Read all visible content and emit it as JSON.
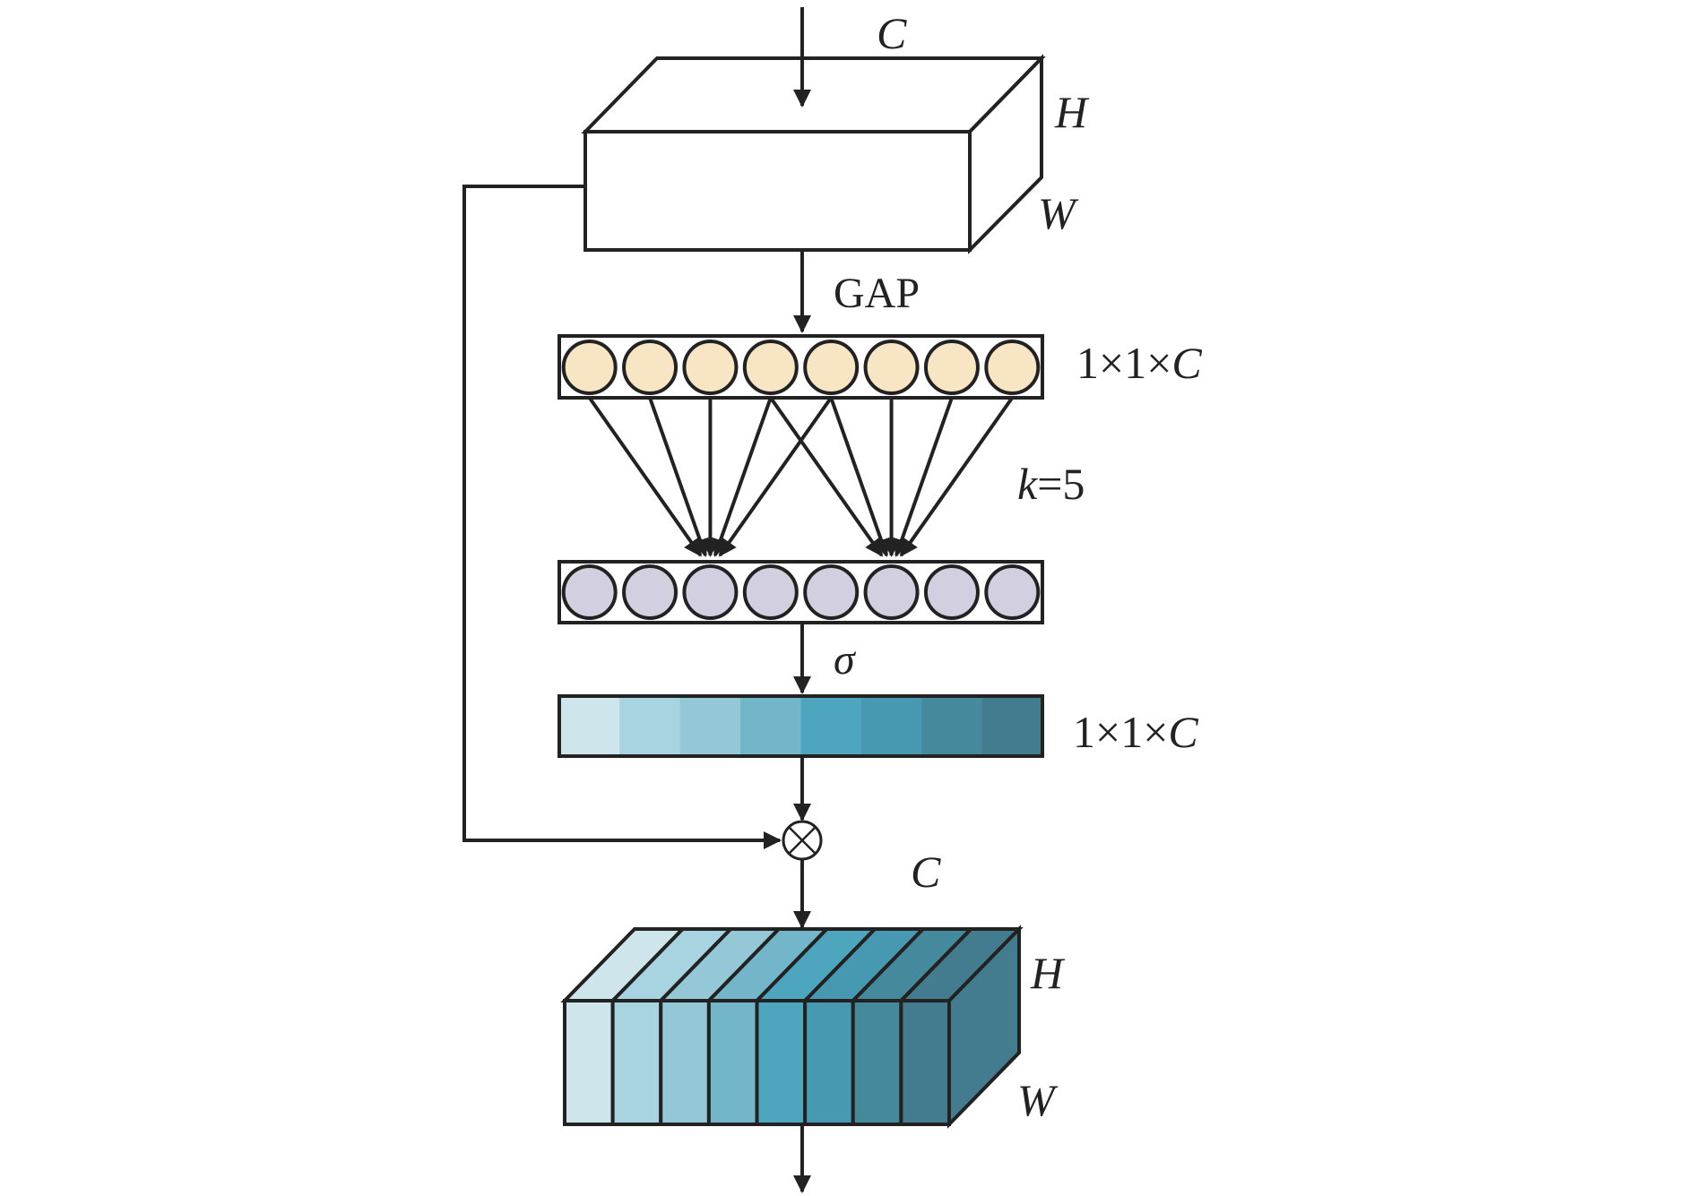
{
  "labels": {
    "input_c": "C",
    "input_h": "H",
    "input_w": "W",
    "gap": "GAP",
    "dim_pooled_prefix": "1×1×",
    "dim_pooled_var": "C",
    "kernel_var": "k",
    "kernel_rest": "=5",
    "sigma": "σ",
    "dim_weights_prefix": "1×1×",
    "dim_weights_var": "C",
    "output_c": "C",
    "output_h": "H",
    "output_w": "W",
    "multiply_symbol": "⊗"
  },
  "colors": {
    "line": "#222222",
    "pooled_node": "#f8e5c4",
    "conv_node": "#d2cfe0",
    "channel_weights": [
      "#cee6eb",
      "#a8d3e0",
      "#95c8d6",
      "#73b6c9",
      "#4da6bd",
      "#4699b0",
      "#45899c",
      "#447c8f"
    ],
    "output_top": [
      "#cee6eb",
      "#a8d3e0",
      "#95c8d6",
      "#73b6c9",
      "#4da6bd",
      "#4699b0",
      "#45899c",
      "#447c8f"
    ],
    "output_side": "#447c8f"
  }
}
